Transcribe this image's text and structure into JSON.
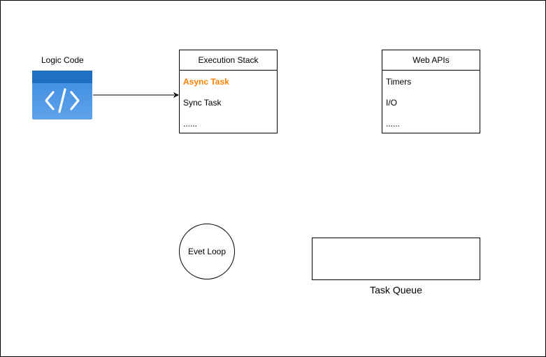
{
  "logic_code": {
    "label": "Logic Code",
    "icon": "code-icon",
    "icon_color_top": "#2f7ed8",
    "icon_color_bottom": "#5aa0ea"
  },
  "execution_stack": {
    "title": "Execution Stack",
    "items": [
      "Async Task",
      "Sync  Task",
      "......"
    ],
    "highlight_color": "#ff8000"
  },
  "web_apis": {
    "title": "Web APIs",
    "items": [
      "Timers",
      "I/O",
      "......"
    ]
  },
  "event_loop": {
    "label": "Evet Loop"
  },
  "task_queue": {
    "label": "Task Queue"
  }
}
